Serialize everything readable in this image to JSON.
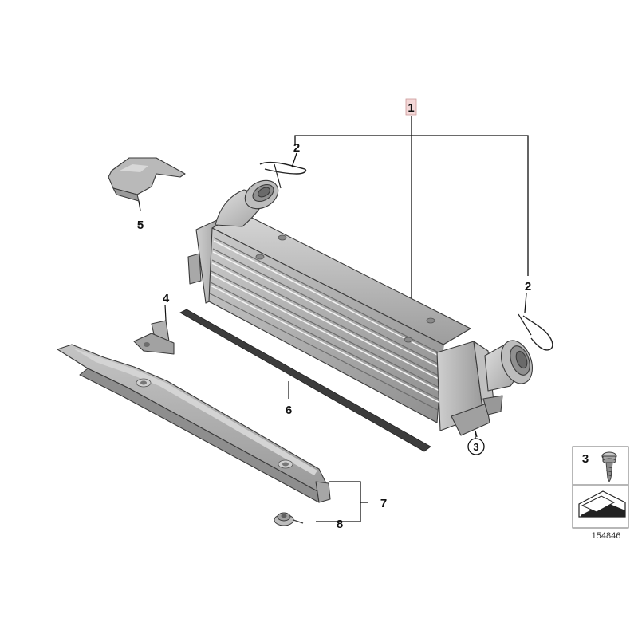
{
  "diagram": {
    "callouts": {
      "c1": "1",
      "c2a": "2",
      "c2b": "2",
      "c3": "3",
      "c4": "4",
      "c5": "5",
      "c6": "6",
      "c7": "7",
      "c8": "8"
    },
    "legend_box": {
      "number": "3"
    },
    "reference_number": "154846",
    "colors": {
      "part_fill": "#b4b4b4",
      "part_light": "#d3d3d3",
      "part_dark": "#8c8c8c",
      "seal": "#3c3c3c",
      "callout_1_bg": "#f3d8d8",
      "line": "#111111"
    }
  }
}
